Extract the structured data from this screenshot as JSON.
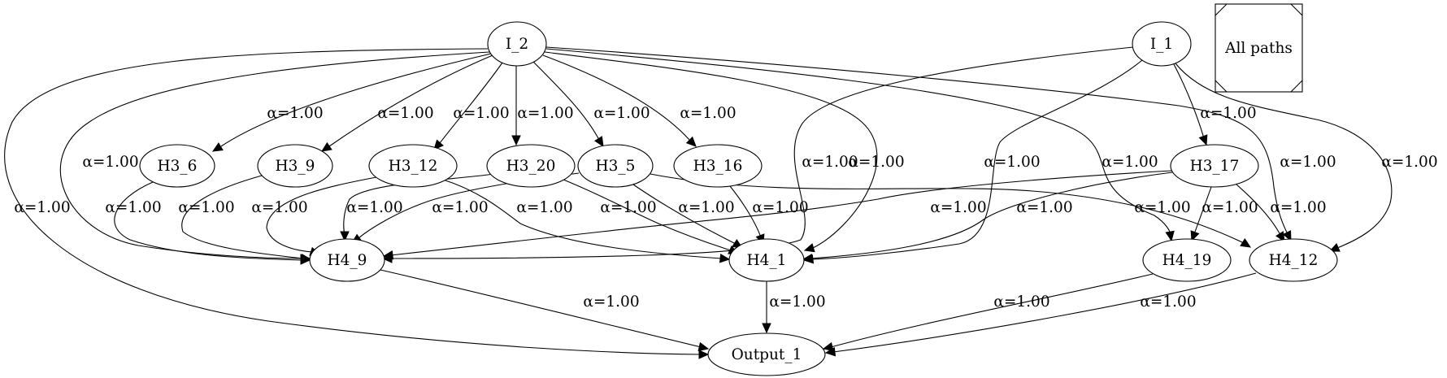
{
  "legend": {
    "label": "All paths"
  },
  "nodes": [
    {
      "id": "I_2",
      "label": "I_2"
    },
    {
      "id": "I_1",
      "label": "I_1"
    },
    {
      "id": "H3_6",
      "label": "H3_6"
    },
    {
      "id": "H3_9",
      "label": "H3_9"
    },
    {
      "id": "H3_12",
      "label": "H3_12"
    },
    {
      "id": "H3_20",
      "label": "H3_20"
    },
    {
      "id": "H3_5",
      "label": "H3_5"
    },
    {
      "id": "H3_16",
      "label": "H3_16"
    },
    {
      "id": "H3_17",
      "label": "H3_17"
    },
    {
      "id": "H4_9",
      "label": "H4_9"
    },
    {
      "id": "H4_1",
      "label": "H4_1"
    },
    {
      "id": "H4_19",
      "label": "H4_19"
    },
    {
      "id": "H4_12",
      "label": "H4_12"
    },
    {
      "id": "Output_1",
      "label": "Output_1"
    }
  ],
  "edges": [
    {
      "from": "I_2",
      "to": "H3_6",
      "label": "α=1.00"
    },
    {
      "from": "I_2",
      "to": "H3_9",
      "label": "α=1.00"
    },
    {
      "from": "I_2",
      "to": "H3_12",
      "label": "α=1.00"
    },
    {
      "from": "I_2",
      "to": "H3_20",
      "label": "α=1.00"
    },
    {
      "from": "I_2",
      "to": "H3_5",
      "label": "α=1.00"
    },
    {
      "from": "I_2",
      "to": "H3_16",
      "label": "α=1.00"
    },
    {
      "from": "I_2",
      "to": "H4_9",
      "label": "α=1.00"
    },
    {
      "from": "I_2",
      "to": "Output_1",
      "label": "α=1.00"
    },
    {
      "from": "I_2",
      "to": "H4_1",
      "label": "α=1.00"
    },
    {
      "from": "I_2",
      "to": "H4_19",
      "label": "α=1.00"
    },
    {
      "from": "I_2",
      "to": "H4_12",
      "label": "α=1.00"
    },
    {
      "from": "I_1",
      "to": "H4_9",
      "label": "α=1.00"
    },
    {
      "from": "I_1",
      "to": "H4_1",
      "label": "α=1.00"
    },
    {
      "from": "I_1",
      "to": "H3_17",
      "label": "α=1.00"
    },
    {
      "from": "I_1",
      "to": "H4_12",
      "label": "α=1.00"
    },
    {
      "from": "H3_6",
      "to": "H4_9",
      "label": "α=1.00"
    },
    {
      "from": "H3_9",
      "to": "H4_9",
      "label": "α=1.00"
    },
    {
      "from": "H3_12",
      "to": "H4_9",
      "label": "α=1.00"
    },
    {
      "from": "H3_20",
      "to": "H4_9",
      "label": "α=1.00"
    },
    {
      "from": "H3_5",
      "to": "H4_9",
      "label": "α=1.00"
    },
    {
      "from": "H3_12",
      "to": "H4_1",
      "label": "α=1.00"
    },
    {
      "from": "H3_20",
      "to": "H4_1",
      "label": "α=1.00"
    },
    {
      "from": "H3_5",
      "to": "H4_1",
      "label": "α=1.00"
    },
    {
      "from": "H3_16",
      "to": "H4_1",
      "label": "α=1.00"
    },
    {
      "from": "H3_5",
      "to": "H4_12",
      "label": "α=1.00"
    },
    {
      "from": "H3_17",
      "to": "H4_9",
      "label": "α=1.00"
    },
    {
      "from": "H3_17",
      "to": "H4_1",
      "label": "α=1.00"
    },
    {
      "from": "H3_17",
      "to": "H4_19",
      "label": "α=1.00"
    },
    {
      "from": "H3_17",
      "to": "H4_12",
      "label": "α=1.00"
    },
    {
      "from": "H4_9",
      "to": "Output_1",
      "label": "α=1.00"
    },
    {
      "from": "H4_1",
      "to": "Output_1",
      "label": "α=1.00"
    },
    {
      "from": "H4_19",
      "to": "Output_1",
      "label": "α=1.00"
    },
    {
      "from": "H4_12",
      "to": "Output_1",
      "label": "α=1.00"
    }
  ]
}
